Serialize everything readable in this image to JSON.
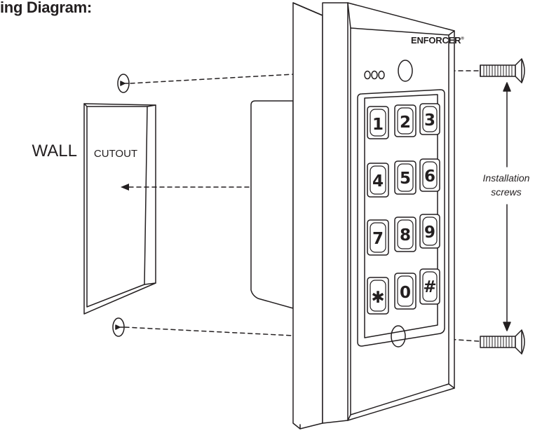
{
  "title": "ing Diagram:",
  "labels": {
    "wall": "WALL",
    "cutout": "CUTOUT",
    "installation_line1": "Installation",
    "installation_line2": "screws",
    "brand": "ENFORCER",
    "brand_mark": "®"
  },
  "keypad": {
    "keys": [
      {
        "label": "1"
      },
      {
        "label": "2"
      },
      {
        "label": "3"
      },
      {
        "label": "4"
      },
      {
        "label": "5"
      },
      {
        "label": "6"
      },
      {
        "label": "7"
      },
      {
        "label": "8"
      },
      {
        "label": "9"
      },
      {
        "label": "✱"
      },
      {
        "label": "0"
      },
      {
        "label": "#"
      }
    ]
  },
  "colors": {
    "line": "#231f20",
    "background": "#ffffff"
  }
}
